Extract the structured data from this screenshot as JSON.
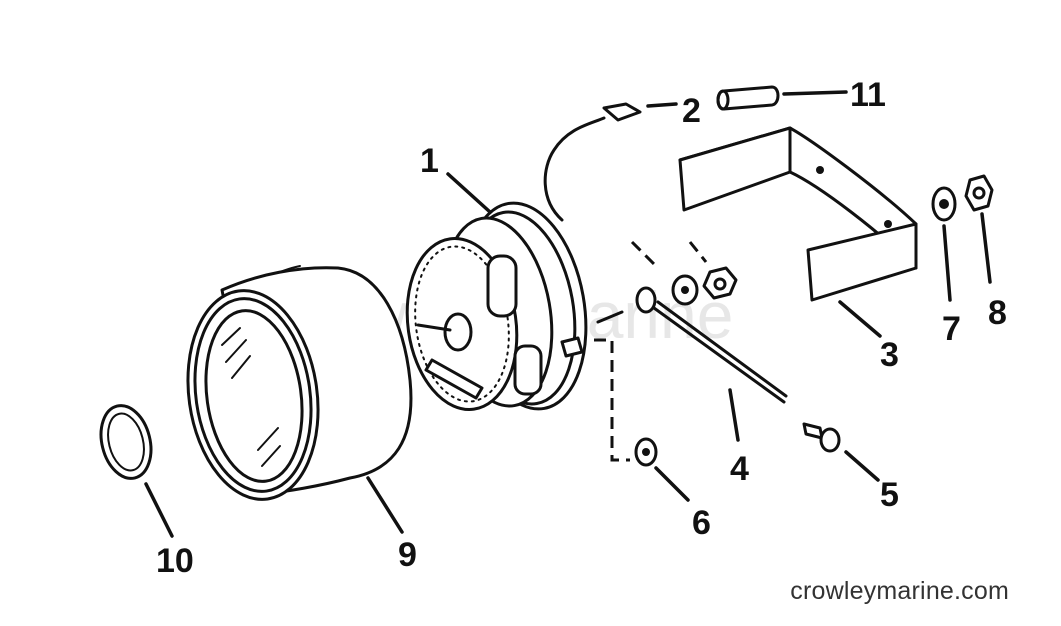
{
  "diagram": {
    "watermark": "Crowley Marine",
    "credit": "crowleymarine.com",
    "callouts": [
      {
        "id": "c1",
        "text": "1"
      },
      {
        "id": "c2",
        "text": "2"
      },
      {
        "id": "c3",
        "text": "3"
      },
      {
        "id": "c4",
        "text": "4"
      },
      {
        "id": "c5",
        "text": "5"
      },
      {
        "id": "c6",
        "text": "6"
      },
      {
        "id": "c7",
        "text": "7"
      },
      {
        "id": "c8",
        "text": "8"
      },
      {
        "id": "c9",
        "text": "9"
      },
      {
        "id": "c10",
        "text": "10"
      },
      {
        "id": "c11",
        "text": "11"
      }
    ]
  }
}
